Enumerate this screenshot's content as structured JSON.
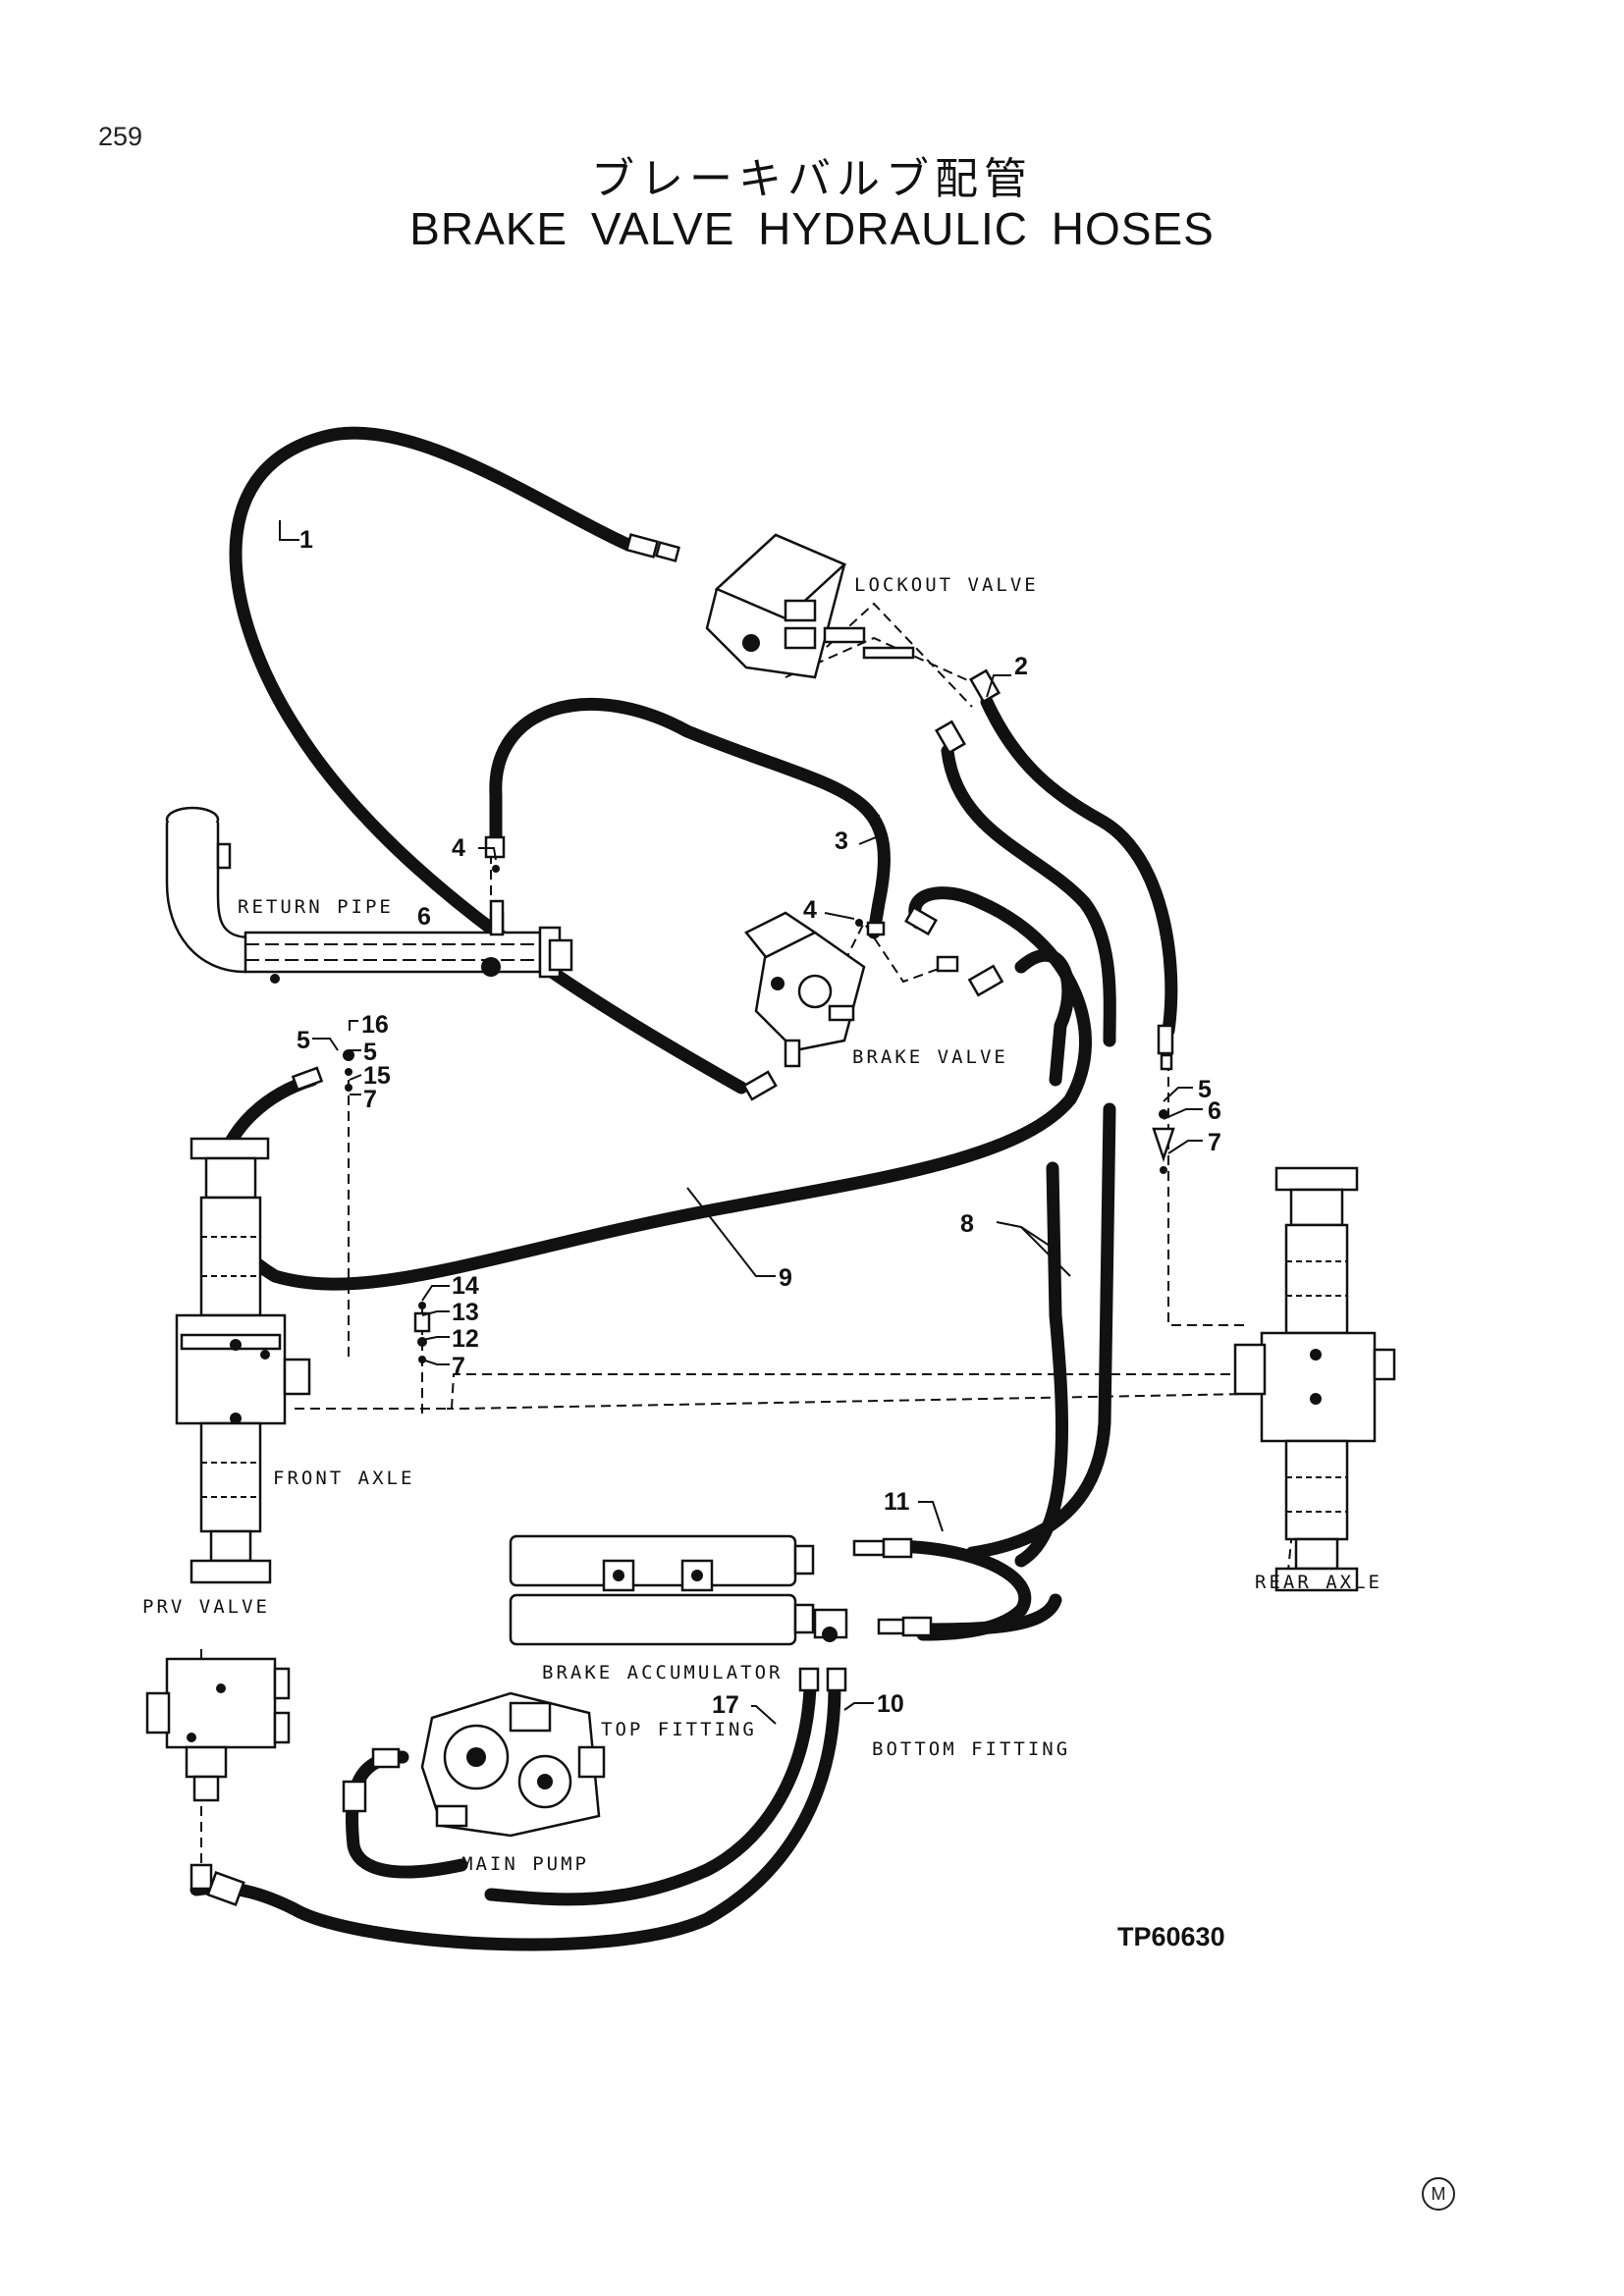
{
  "page": {
    "number": "259",
    "code": "TP60630",
    "mark": "M"
  },
  "title": {
    "jp": "ブレーキバルブ配管",
    "en": "BRAKE VALVE HYDRAULIC HOSES"
  },
  "labels": {
    "lockout_valve": "LOCKOUT VALVE",
    "return_pipe": "RETURN PIPE",
    "brake_valve": "BRAKE VALVE",
    "front_axle": "FRONT AXLE",
    "rear_axle": "REAR AXLE",
    "prv_valve": "PRV VALVE",
    "brake_accumulator": "BRAKE ACCUMULATOR",
    "top_fitting": "TOP FITTING",
    "bottom_fitting": "BOTTOM FITTING",
    "main_pump": "MAIN PUMP"
  },
  "callouts": {
    "c1": "1",
    "c2": "2",
    "c3": "3",
    "c4a": "4",
    "c4b": "4",
    "c5a": "5",
    "c16": "16",
    "c5b": "5",
    "c15": "15",
    "c7a": "7",
    "c5c": "5",
    "c6": "6",
    "c7b": "7",
    "c8": "8",
    "c9": "9",
    "c14": "14",
    "c13": "13",
    "c12": "12",
    "c7c": "7",
    "c11": "11",
    "c17": "17",
    "c10": "10",
    "c6r": "6"
  }
}
